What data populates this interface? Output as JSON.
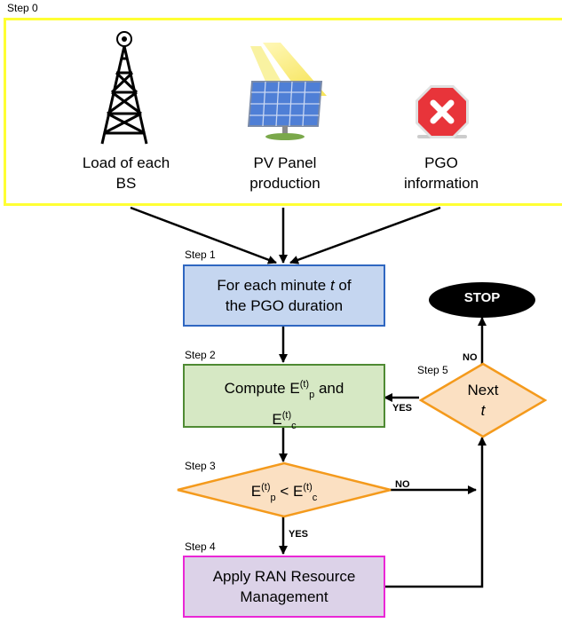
{
  "step0": {
    "label": "Step 0",
    "items": [
      {
        "line1": "Load of each",
        "line2": "BS",
        "icon": "tower-icon"
      },
      {
        "line1": "PV Panel",
        "line2": "production",
        "icon": "solar-panel-icon"
      },
      {
        "line1": "PGO",
        "line2": "information",
        "icon": "stop-sign-icon"
      }
    ]
  },
  "step1": {
    "label": "Step 1",
    "line1": "For each minute",
    "var": "t",
    "line1_end": "of",
    "line2": "the PGO duration"
  },
  "step2": {
    "label": "Step 2",
    "line1": "Compute E",
    "sup": "(t)",
    "sub_p": "p",
    "and": "and",
    "line2": "E",
    "sub_c": "c"
  },
  "step3": {
    "label": "Step 3",
    "e": "E",
    "sup": "(t)",
    "sub_p": "p",
    "lt": "<",
    "sub_c": "c"
  },
  "step4": {
    "label": "Step 4",
    "line1": "Apply RAN Resource",
    "line2": "Management"
  },
  "step5": {
    "label": "Step 5",
    "line1": "Next",
    "line2": "t"
  },
  "stop": {
    "label": "STOP"
  },
  "edges": {
    "yes": "YES",
    "no": "NO"
  },
  "colors": {
    "step0_border": "#ffff33",
    "step1_fill": "#c5d6f0",
    "step1_border": "#2f67c1",
    "step2_fill": "#d6e8c4",
    "step2_border": "#4f8a33",
    "diamond_fill": "#fbe0c2",
    "diamond_border": "#f49a1c",
    "step4_fill": "#dcd2e8",
    "step4_border": "#ea27d6"
  }
}
